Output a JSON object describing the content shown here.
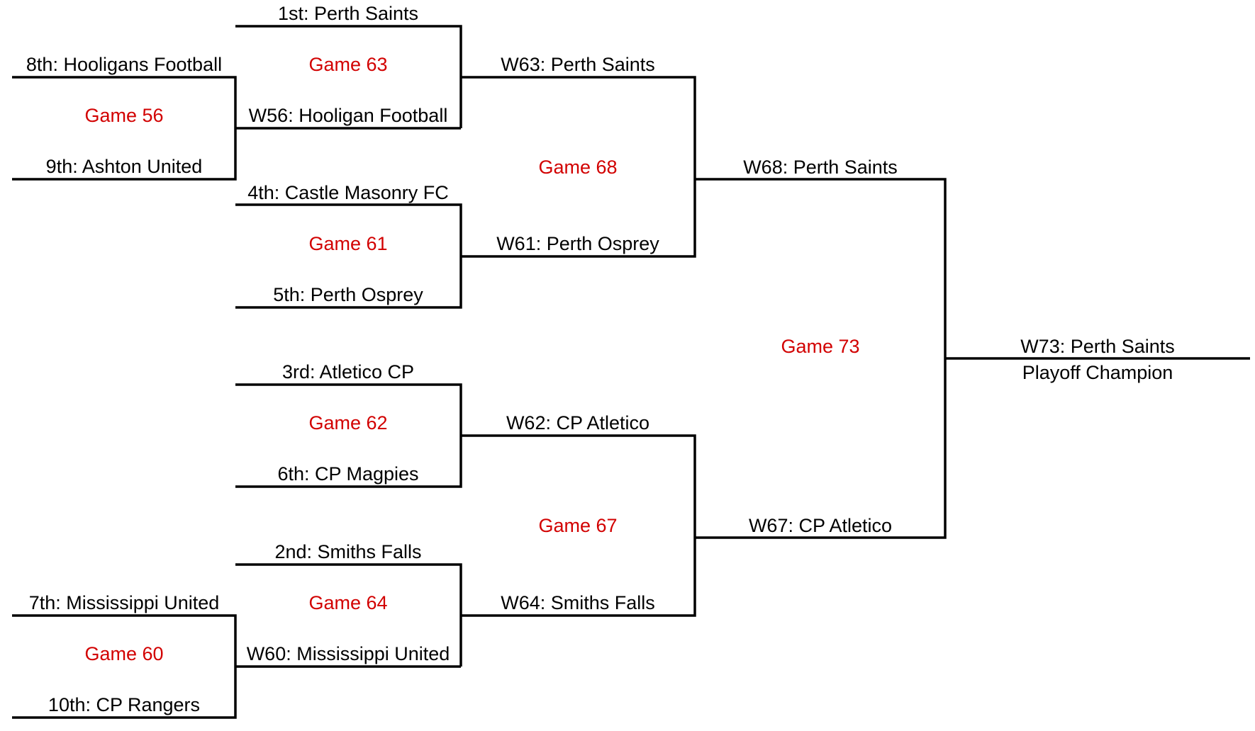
{
  "colors": {
    "game_label": "#d20000",
    "team_label": "#000000",
    "lines": "#000000"
  },
  "round1": {
    "game56": {
      "label": "Game 56",
      "top": "8th: Hooligans Football",
      "bottom": "9th: Ashton United"
    },
    "game60": {
      "label": "Game 60",
      "top": "7th: Mississippi United",
      "bottom": "10th: CP Rangers"
    }
  },
  "round2": {
    "game63": {
      "label": "Game 63",
      "top": "1st: Perth Saints",
      "bottom": "W56: Hooligan Football"
    },
    "game61": {
      "label": "Game 61",
      "top": "4th: Castle Masonry FC",
      "bottom": "5th: Perth Osprey"
    },
    "game62": {
      "label": "Game 62",
      "top": "3rd: Atletico CP",
      "bottom": "6th: CP Magpies"
    },
    "game64": {
      "label": "Game 64",
      "top": "2nd: Smiths Falls",
      "bottom": "W60: Mississippi United"
    }
  },
  "semis": {
    "game68": {
      "label": "Game 68",
      "top": "W63: Perth Saints",
      "bottom": "W61: Perth Osprey"
    },
    "game67": {
      "label": "Game 67",
      "top": "W62: CP Atletico",
      "bottom": "W64: Smiths Falls"
    }
  },
  "final": {
    "game73": {
      "label": "Game 73",
      "top": "W68: Perth Saints",
      "bottom": "W67: CP Atletico"
    },
    "champion": {
      "name": "W73: Perth Saints",
      "title": "Playoff Champion"
    }
  }
}
